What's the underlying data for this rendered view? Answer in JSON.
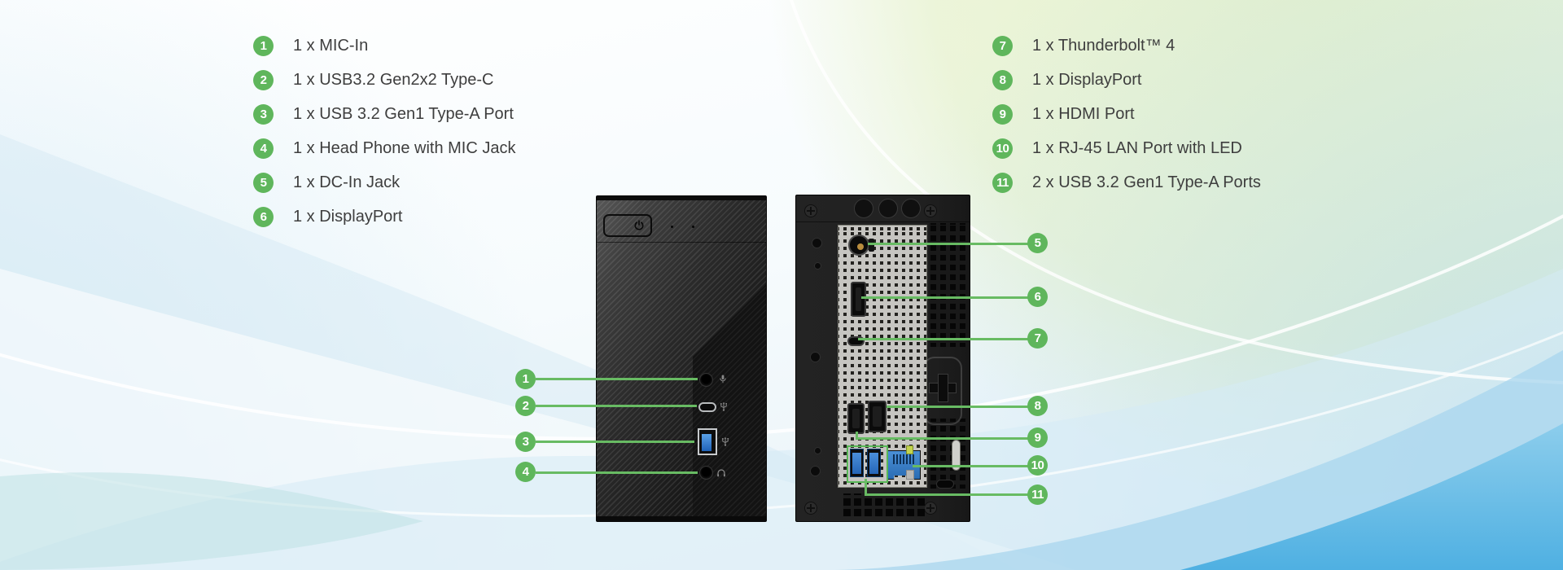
{
  "spec_lists": {
    "front": [
      {
        "num": "1",
        "label": "1 x MIC-In"
      },
      {
        "num": "2",
        "label": "1 x USB3.2 Gen2x2 Type-C"
      },
      {
        "num": "3",
        "label": "1 x USB 3.2 Gen1 Type-A Port"
      },
      {
        "num": "4",
        "label": "1 x Head Phone with MIC Jack"
      },
      {
        "num": "5",
        "label": "1 x DC-In Jack"
      },
      {
        "num": "6",
        "label": "1 x DisplayPort"
      }
    ],
    "rear": [
      {
        "num": "7",
        "label": "1 x Thunderbolt™ 4"
      },
      {
        "num": "8",
        "label": "1 x DisplayPort"
      },
      {
        "num": "9",
        "label": "1 x HDMI Port"
      },
      {
        "num": "10",
        "label": "1 x RJ-45 LAN Port with LED"
      },
      {
        "num": "11",
        "label": "2 x USB 3.2 Gen1 Type-A Ports"
      }
    ]
  },
  "callouts": [
    "1",
    "2",
    "3",
    "4",
    "5",
    "6",
    "7",
    "8",
    "9",
    "10",
    "11"
  ],
  "colors": {
    "callout_green": "#5fb65c",
    "line_green": "#68bb63",
    "text_gray": "#3e3e3e",
    "usb_blue": "#2f79c9",
    "lan_blue": "#3d85cf",
    "led_green": "#c2d44e",
    "wave_blue": "#4fb0e2"
  }
}
